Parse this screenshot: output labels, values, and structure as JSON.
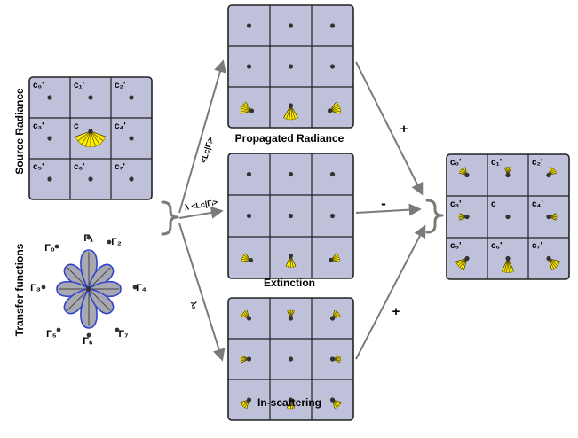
{
  "source_radiance": {
    "title": "Source Radiance",
    "cells": [
      "c₀'",
      "c₁'",
      "c₂'",
      "c₃'",
      "c",
      "c₄'",
      "c₅'",
      "c₆'",
      "c₇'"
    ]
  },
  "transfer_functions": {
    "title": "Transfer functions",
    "labels": [
      "Γ₀",
      "Γ₁",
      "Γ₂",
      "Γ₃",
      "Γ₄",
      "Γ₅",
      "Γ₆",
      "Γ₇"
    ]
  },
  "propagated": {
    "title": "Propagated Radiance",
    "arrow_label": "<Lᴄ|Γᵢ>",
    "op": "+"
  },
  "extinction": {
    "title": "Extinction",
    "arrow_label": "λ <Lᴄ|Γᵢ>",
    "op": "-"
  },
  "inscattering": {
    "title": "In-scattering",
    "arrow_label": "λₛ",
    "op": "+"
  },
  "result": {
    "cells": [
      "c₀'",
      "c₁'",
      "c₂'",
      "c₃'",
      "c",
      "c₄'",
      "c₅'",
      "c₆'",
      "c₇'"
    ]
  },
  "colors": {
    "grid_fill": "#bfc0da",
    "fan": "#ffee00",
    "arrow": "#7a7a7a",
    "lobe_edge": "#3344cc"
  }
}
